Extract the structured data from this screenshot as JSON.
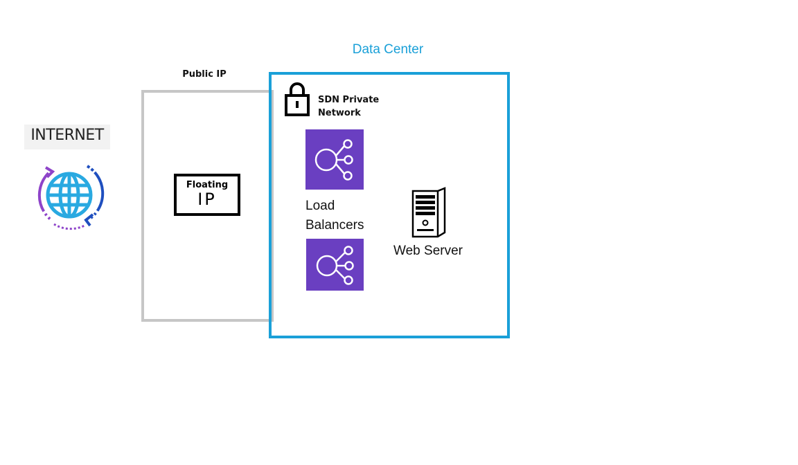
{
  "internet": {
    "label": "INTERNET",
    "icon": "globe-refresh-icon",
    "colors": {
      "globe": "#29a9e1",
      "arrow_left": "#8e44c9",
      "arrow_right": "#1f4fbf"
    }
  },
  "public_ip": {
    "title": "Public IP",
    "floating_ip": {
      "line1": "Floating",
      "line2": "IP"
    },
    "border_color": "#c6c6c6"
  },
  "data_center": {
    "title": "Data Center",
    "border_color": "#1aa0d8",
    "sdn": {
      "icon": "lock-icon",
      "label_line1": "SDN Private",
      "label_line2": "Network"
    },
    "load_balancers": {
      "label_line1": "Load",
      "label_line2": "Balancers",
      "icon": "load-balancer-icon",
      "tile_color": "#6a3fc1"
    },
    "web_server": {
      "label": "Web Server",
      "icon": "server-icon"
    }
  }
}
